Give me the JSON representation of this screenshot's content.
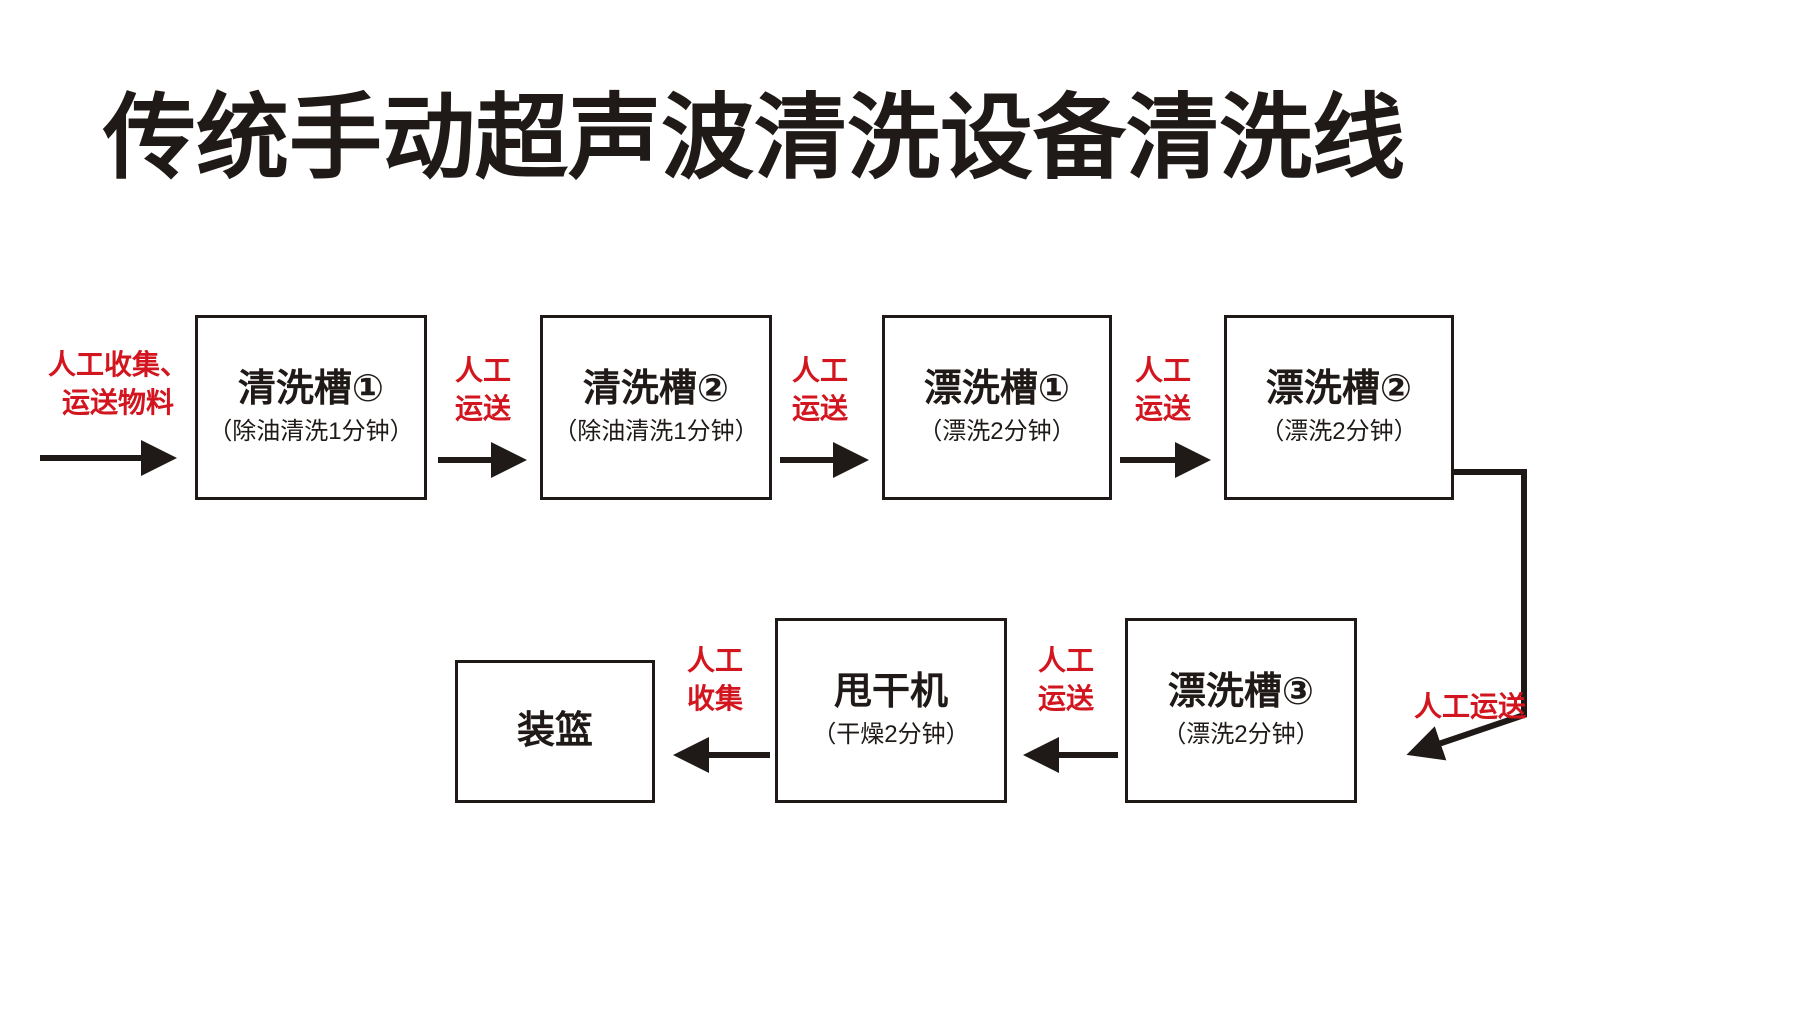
{
  "title": "传统手动超声波清洗设备清洗线",
  "colors": {
    "red": "#d2151e",
    "ink": "#1f1a17",
    "background": "#ffffff"
  },
  "boxes": [
    {
      "name": "清洗槽①",
      "detail": "（除油清洗1分钟）"
    },
    {
      "name": "清洗槽②",
      "detail": "（除油清洗1分钟）"
    },
    {
      "name": "漂洗槽①",
      "detail": "（漂洗2分钟）"
    },
    {
      "name": "漂洗槽②",
      "detail": "（漂洗2分钟）"
    },
    {
      "name": "漂洗槽③",
      "detail": "（漂洗2分钟）"
    },
    {
      "name": "甩干机",
      "detail": "（干燥2分钟）"
    },
    {
      "name": "装篮",
      "detail": ""
    }
  ],
  "labels": {
    "start": {
      "line1": "人工收集、",
      "line2": "运送物料"
    },
    "t1": {
      "line1": "人工",
      "line2": "运送"
    },
    "t2": {
      "line1": "人工",
      "line2": "运送"
    },
    "t3": {
      "line1": "人工",
      "line2": "运送"
    },
    "side": {
      "line1": "人工运送"
    },
    "b1": {
      "line1": "人工",
      "line2": "运送"
    },
    "b2": {
      "line1": "人工",
      "line2": "收集"
    }
  }
}
